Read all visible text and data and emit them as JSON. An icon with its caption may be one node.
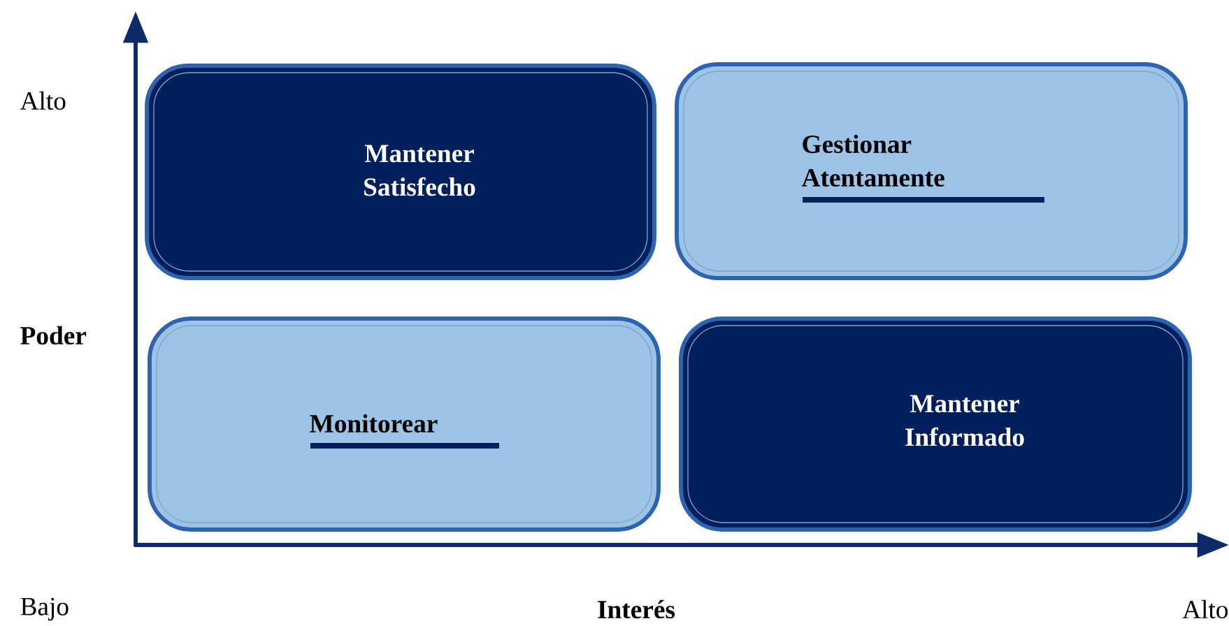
{
  "diagram": {
    "nodes": [
      {
        "text": [
          "Mantener Satisfecho"
        ]
      },
      {
        "text": [
          "Gestionar Atentamente"
        ]
      },
      {
        "text": [
          "Monitorear"
        ]
      },
      {
        "text": [
          "Mantener Informado"
        ]
      }
    ],
    "labels": [
      "Alto",
      "Poder",
      "Bajo",
      "Interés",
      "Alto"
    ]
  }
}
